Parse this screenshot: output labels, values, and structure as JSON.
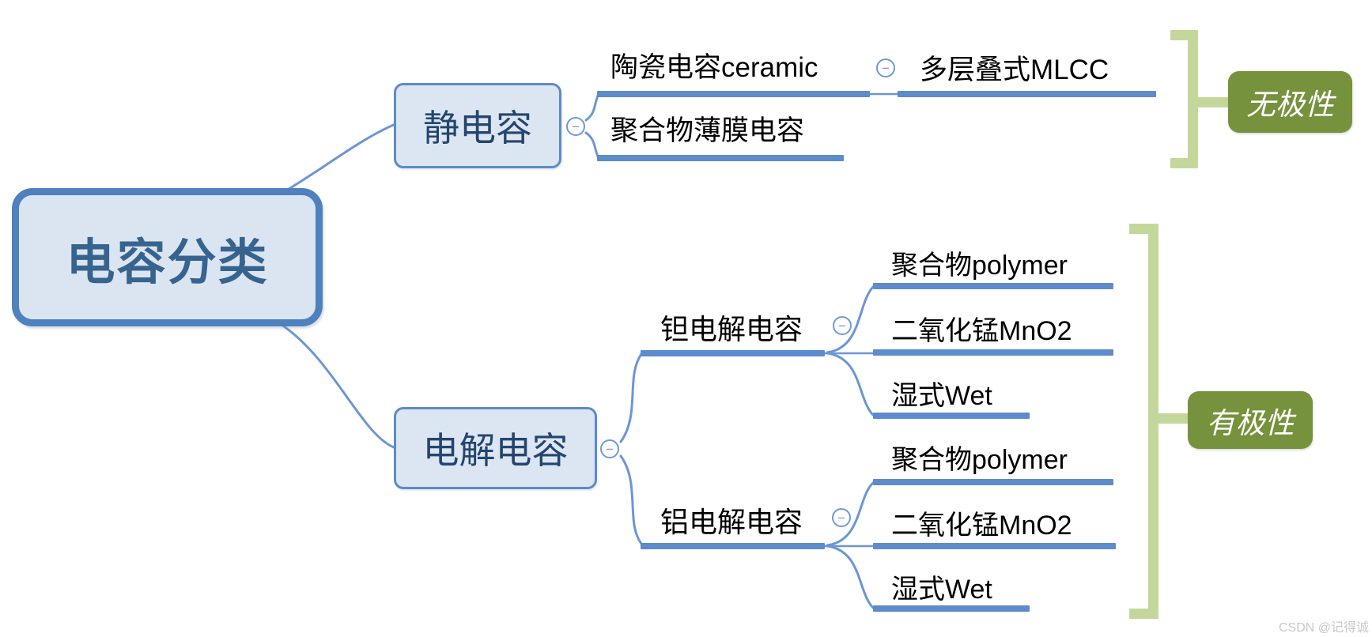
{
  "tree": {
    "label": "电容分类",
    "children": [
      {
        "label": "静电容",
        "tag": "无极性",
        "children": [
          {
            "label": "陶瓷电容ceramic",
            "children": [
              {
                "label": "多层叠式MLCC"
              }
            ]
          },
          {
            "label": "聚合物薄膜电容"
          }
        ]
      },
      {
        "label": "电解电容",
        "tag": "有极性",
        "children": [
          {
            "label": "钽电解电容",
            "children": [
              {
                "label": "聚合物polymer"
              },
              {
                "label": "二氧化锰MnO2"
              },
              {
                "label": "湿式Wet"
              }
            ]
          },
          {
            "label": "铝电解电容",
            "children": [
              {
                "label": "聚合物polymer"
              },
              {
                "label": "二氧化锰MnO2"
              },
              {
                "label": "湿式Wet"
              }
            ]
          }
        ]
      }
    ]
  },
  "ui": {
    "collapse_glyph": "−"
  },
  "watermark": {
    "text": "CSDN @记得诚"
  },
  "colors": {
    "connector_blue": "#6c96d4",
    "underline_blue": "#5c8ccb",
    "node_fill": "#dce6f2",
    "node_border": "#5e8ac7",
    "root_border": "#4e81be",
    "root_text": "#36648f",
    "topic_text_dark": "#24456e",
    "bracket_green": "#c4d79b",
    "tag_green": "#76923c",
    "tag_text": "#ffffff"
  }
}
